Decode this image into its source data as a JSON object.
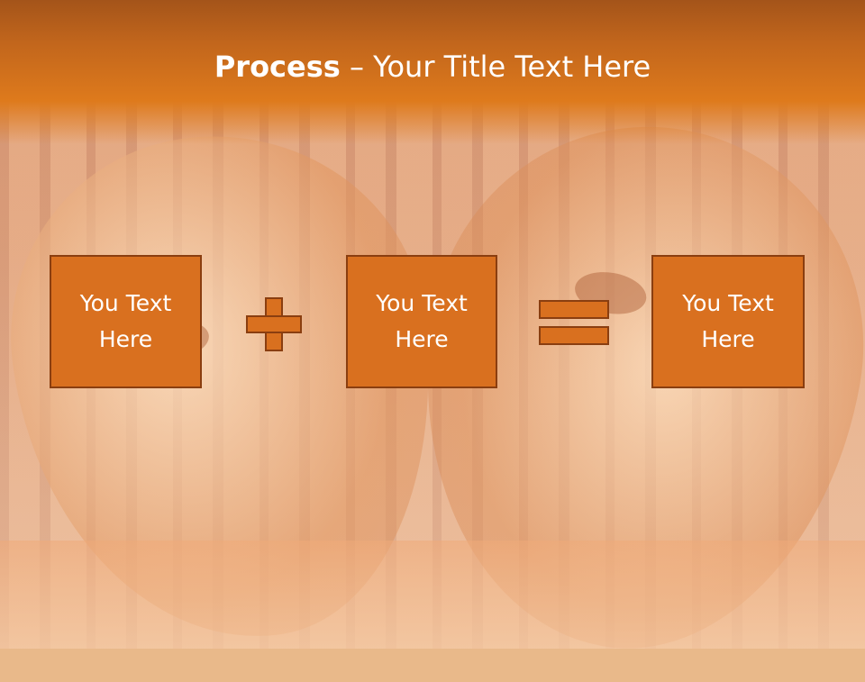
{
  "slide": {
    "title_strong": "Process",
    "title_rest": " – Your Title Text Here"
  },
  "boxes": [
    {
      "text": "You Text\nHere"
    },
    {
      "text": "You Text\nHere"
    },
    {
      "text": "You Text\nHere"
    }
  ],
  "colors": {
    "header": "#de7a1c",
    "box_fill": "#d9701f",
    "box_border": "#8a3e10",
    "text": "#ffffff"
  },
  "icons": [
    "plus-icon",
    "equals-icon"
  ]
}
